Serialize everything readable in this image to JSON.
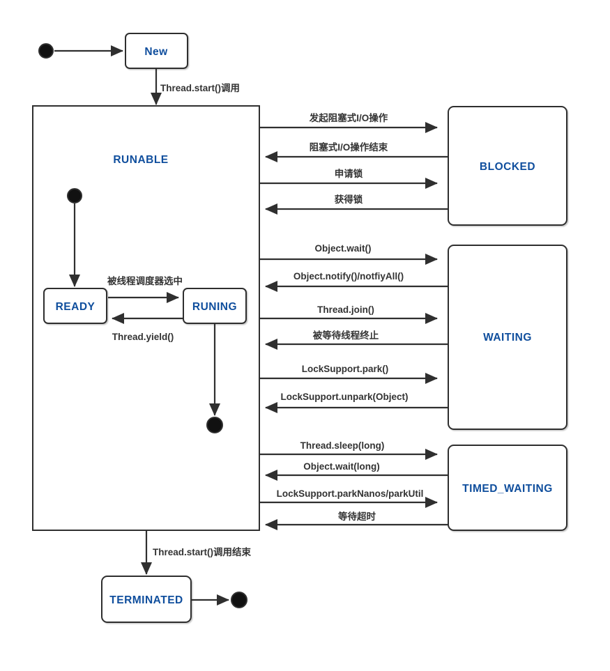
{
  "diagram": {
    "type": "state-diagram",
    "subject": "java-thread-lifecycle",
    "states": {
      "new": "New",
      "runable": "RUNABLE",
      "ready": "READY",
      "runing": "RUNING",
      "blocked": "BLOCKED",
      "waiting": "WAITING",
      "timed_waiting": "TIMED_WAITING",
      "terminated": "TERMINATED"
    },
    "transitions": {
      "thread_start": "Thread.start()调用",
      "io_request": "发起阻塞式I/O操作",
      "io_finish": "阻塞式I/O操作结束",
      "lock_request": "申请锁",
      "lock_acquire": "获得锁",
      "object_wait": "Object.wait()",
      "object_notify": "Object.notify()/notfiyAll()",
      "thread_join": "Thread.join()",
      "waited_thread_terminated": "被等待线程终止",
      "locksupport_park": "LockSupport.park()",
      "locksupport_unpark": "LockSupport.unpark(Object)",
      "thread_sleep": "Thread.sleep(long)",
      "object_wait_long": "Object.wait(long)",
      "locksupport_parknanos": "LockSupport.parkNanos/parkUtil",
      "wait_timeout": "等待超时",
      "scheduler_select": "被线程调度器选中",
      "thread_yield": "Thread.yield()",
      "thread_start_finish": "Thread.start()调用结束"
    },
    "colors": {
      "state_text": "#0f4e9d",
      "line": "#2f2f2f",
      "label_text": "#333333",
      "background": "#ffffff"
    }
  }
}
